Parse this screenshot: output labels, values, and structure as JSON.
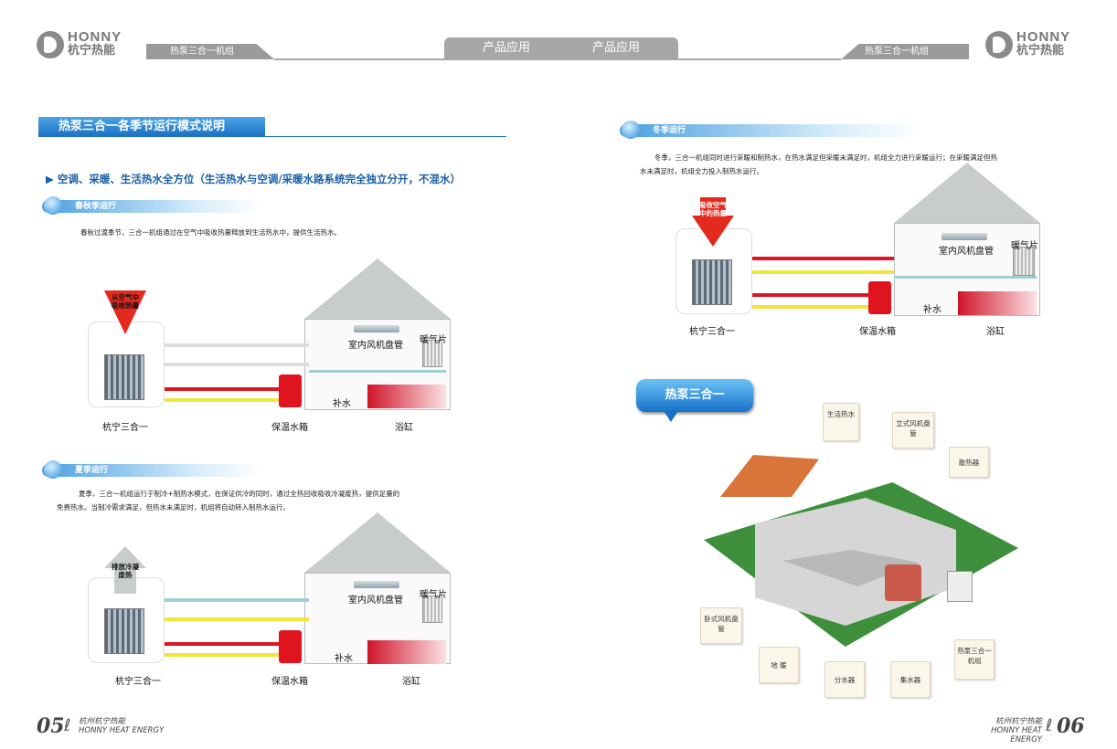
{
  "header": {
    "brand_en": "HONNY",
    "brand_cn": "杭宁热能",
    "left_bar": "热泵三合一机组",
    "right_bar": "热泵三合一机组",
    "tab_left": "产品应用",
    "tab_right": "产品应用"
  },
  "left": {
    "section_title": "热泵三合一各季节运行模式说明",
    "subheading": "▶ 空调、采暖、生活热水全方位（生活热水与空调/采暖水路系统完全独立分开，不混水）",
    "spring": {
      "pill": "春秋季运行",
      "text": "春秋过渡季节，三合一机组通过在空气中吸收热量释放到生活热水中，提供生活热水。",
      "arrow_text": "从空气中吸收热量"
    },
    "summer": {
      "pill": "夏季运行",
      "text1": "夏季，三合一机组运行于制冷+制热水模式，在保证供冷的同时，通过全热回收吸收冷凝废热，提供足量的",
      "text2": "免费热水。当制冷需求满足，但热水未满足时，机组将自动转入制热水运行。",
      "arrow_text": "排放冷凝废热"
    },
    "labels": {
      "unit": "杭宁三合一",
      "tank": "保温水箱",
      "tub": "浴缸",
      "coil": "室内风机盘管",
      "radiator": "暖气片",
      "makeup": "补水"
    }
  },
  "right": {
    "winter": {
      "pill": "冬季运行",
      "text1": "冬季，三合一机组同时进行采暖和制热水，在热水满足但采暖未满足时，机组全力进行采暖运行；在采暖满足但热",
      "text2": "水未满足时，机组全力投入制热水运行。",
      "arrow_text": "吸收空气中的热量"
    },
    "callout": "热泵三合一",
    "bubbles": [
      "生活热水",
      "立式风机盘管",
      "散热器",
      "卧式风机盘管",
      "地 暖",
      "分水器",
      "集水器",
      "热泵三合一机组"
    ]
  },
  "footer": {
    "left_page": "05",
    "right_page": "06",
    "company_cn": "杭州杭宁热能",
    "company_en": "HONNY HEAT ENERGY"
  }
}
